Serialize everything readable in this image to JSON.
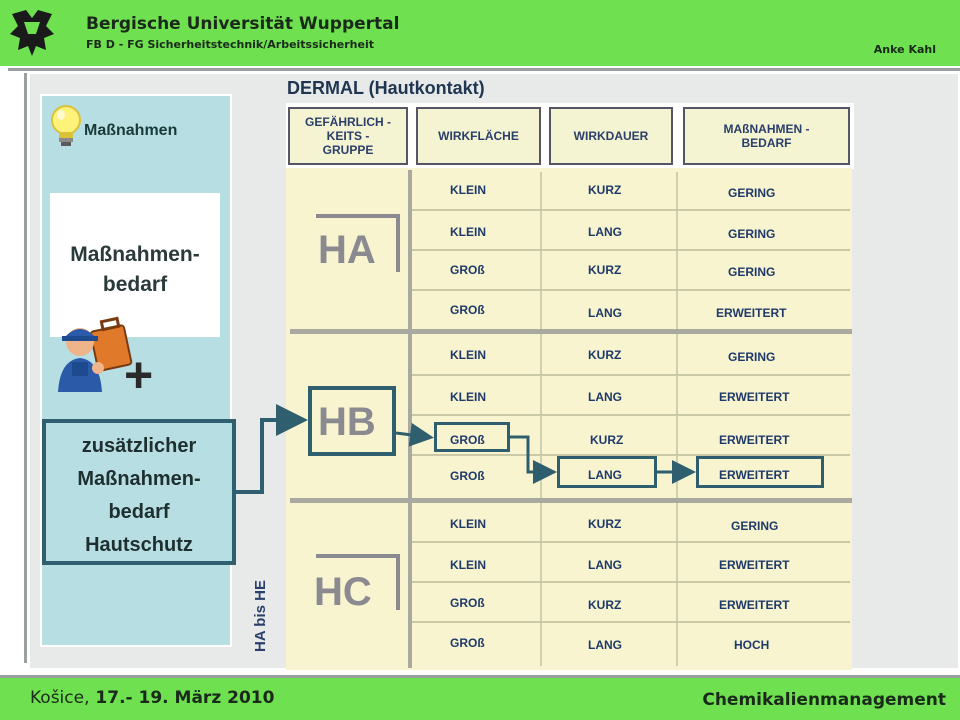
{
  "header": {
    "university": "Bergische Universität Wuppertal",
    "faculty": "FB D - FG Sicherheitstechnik/Arbeitssicherheit",
    "author": "Anke Kahl"
  },
  "left_panel": {
    "title": "Maßnahmen",
    "box_line1": "Maßnahmen-",
    "box_line2": "bedarf",
    "plus": "+",
    "extra_line1": "zusätzlicher",
    "extra_line2": "Maßnahmen-",
    "extra_line3": "bedarf",
    "extra_line4": "Hautschutz"
  },
  "table": {
    "title": "DERMAL (Hautkontakt)",
    "headers": {
      "group_line1": "GEFÄHRLICH -",
      "group_line2": "KEITS -",
      "group_line3": "GRUPPE",
      "area": "WIRKFLÄCHE",
      "duration": "WIRKDAUER",
      "need_line1": "MAßNAHMEN -",
      "need_line2": "BEDARF"
    },
    "groups": [
      {
        "label": "HA",
        "rows": [
          {
            "area": "KLEIN",
            "duration": "KURZ",
            "need": "GERING"
          },
          {
            "area": "KLEIN",
            "duration": "LANG",
            "need": "GERING"
          },
          {
            "area": "GROß",
            "duration": "KURZ",
            "need": "GERING"
          },
          {
            "area": "GROß",
            "duration": "LANG",
            "need": "ERWEITERT"
          }
        ]
      },
      {
        "label": "HB",
        "rows": [
          {
            "area": "KLEIN",
            "duration": "KURZ",
            "need": "GERING"
          },
          {
            "area": "KLEIN",
            "duration": "LANG",
            "need": "ERWEITERT"
          },
          {
            "area": "GROß",
            "duration": "KURZ",
            "need": "ERWEITERT"
          },
          {
            "area": "GROß",
            "duration": "LANG",
            "need": "ERWEITERT"
          }
        ]
      },
      {
        "label": "HC",
        "rows": [
          {
            "area": "KLEIN",
            "duration": "KURZ",
            "need": "GERING"
          },
          {
            "area": "KLEIN",
            "duration": "LANG",
            "need": "ERWEITERT"
          },
          {
            "area": "GROß",
            "duration": "KURZ",
            "need": "ERWEITERT"
          },
          {
            "area": "GROß",
            "duration": "LANG",
            "need": "HOCH"
          }
        ]
      }
    ],
    "side_label": "HA bis HE"
  },
  "footer": {
    "location": "Košice,",
    "dates": " 17.- 19. März 2010",
    "topic": "Chemikalienmanagement"
  },
  "colors": {
    "header_green": "#6fe04f",
    "panel_blue": "#b7dfe3",
    "table_yellow": "#f7f4cf",
    "highlight": "#2f5f6f"
  }
}
